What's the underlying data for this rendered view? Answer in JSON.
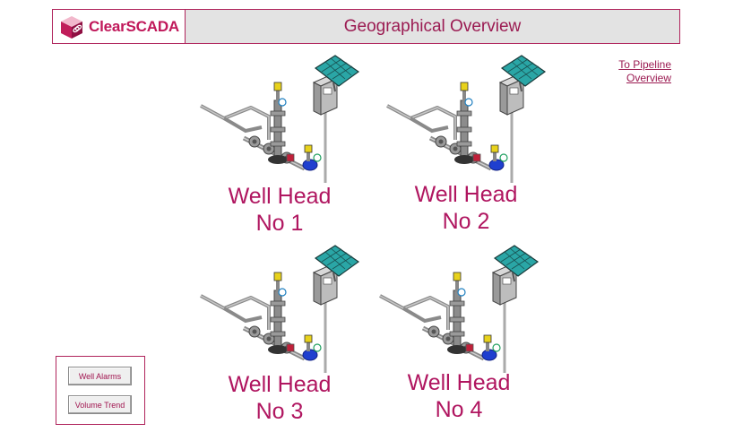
{
  "header": {
    "logo_text": "ClearSCADA",
    "title": "Geographical Overview"
  },
  "nav": {
    "pipeline_link_line1": "To Pipeline",
    "pipeline_link_line2": "Overview"
  },
  "wells": [
    {
      "line1": "Well Head",
      "line2": "No 1"
    },
    {
      "line1": "Well Head",
      "line2": "No 2"
    },
    {
      "line1": "Well Head",
      "line2": "No 3"
    },
    {
      "line1": "Well Head",
      "line2": "No 4"
    }
  ],
  "buttons": {
    "well_alarms": "Well Alarms",
    "volume_trend": "Volume Trend"
  },
  "colors": {
    "brand": "#b01660",
    "header_bg": "#e3e3e3",
    "solar_panel": "#2aa6a6"
  },
  "icons": [
    "logo-cube-icon",
    "wellhead-icon",
    "solar-panel-icon",
    "rtu-cabinet-icon",
    "pressure-gauge-icon"
  ]
}
